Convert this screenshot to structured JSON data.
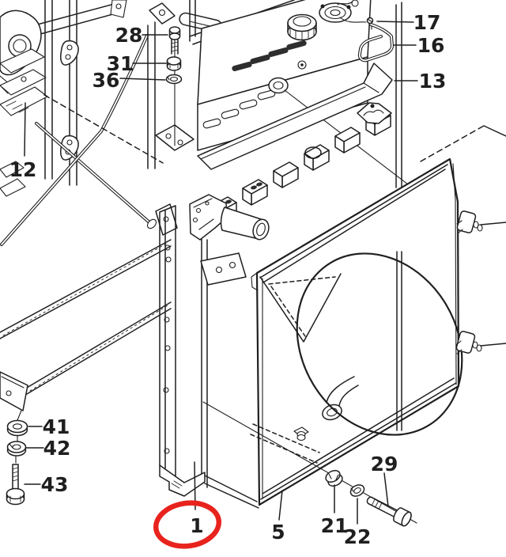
{
  "diagram": {
    "kind": "exploded-parts-diagram",
    "subject": "radiator and fan shroud assembly"
  },
  "colors": {
    "ink": "#1f1f1f",
    "background": "#ffffff",
    "highlight_red": "#e8231d",
    "slot_fill": "#2e2e2e"
  },
  "callouts": [
    {
      "id": "28",
      "label": "28",
      "highlighted": false
    },
    {
      "id": "31",
      "label": "31",
      "highlighted": false
    },
    {
      "id": "36",
      "label": "36",
      "highlighted": false
    },
    {
      "id": "12",
      "label": "12",
      "highlighted": false
    },
    {
      "id": "17",
      "label": "17",
      "highlighted": false
    },
    {
      "id": "16",
      "label": "16",
      "highlighted": false
    },
    {
      "id": "13",
      "label": "13",
      "highlighted": false
    },
    {
      "id": "41",
      "label": "41",
      "highlighted": false
    },
    {
      "id": "42",
      "label": "42",
      "highlighted": false
    },
    {
      "id": "43",
      "label": "43",
      "highlighted": false
    },
    {
      "id": "1",
      "label": "1",
      "highlighted": true
    },
    {
      "id": "5",
      "label": "5",
      "highlighted": false
    },
    {
      "id": "21",
      "label": "21",
      "highlighted": false
    },
    {
      "id": "22",
      "label": "22",
      "highlighted": false
    },
    {
      "id": "29",
      "label": "29",
      "highlighted": false
    }
  ]
}
